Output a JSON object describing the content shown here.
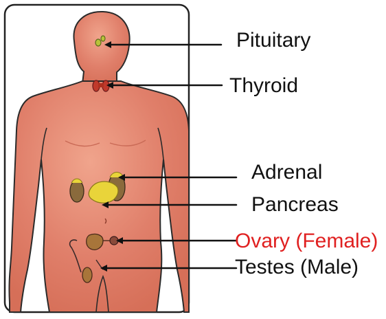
{
  "labels": {
    "pituitary": "Pituitary",
    "thyroid": "Thyroid",
    "adrenal": "Adrenal",
    "pancreas": "Pancreas",
    "ovary": "Ovary (Female)",
    "testes": "Testes (Male)"
  },
  "colors": {
    "skin": "#e07f6a",
    "skin_light": "#f3b7a4",
    "outline": "#2a2a2a",
    "label_text": "#111111",
    "ovary_label": "#e02020",
    "pituitary_gland": "#b8c23a",
    "thyroid_gland": "#c0392b",
    "adrenal_gland": "#8a6a3c",
    "pancreas_gland": "#e9d43a",
    "reproductive_organ": "#a8753a"
  },
  "icons": [
    "body-silhouette-icon"
  ]
}
